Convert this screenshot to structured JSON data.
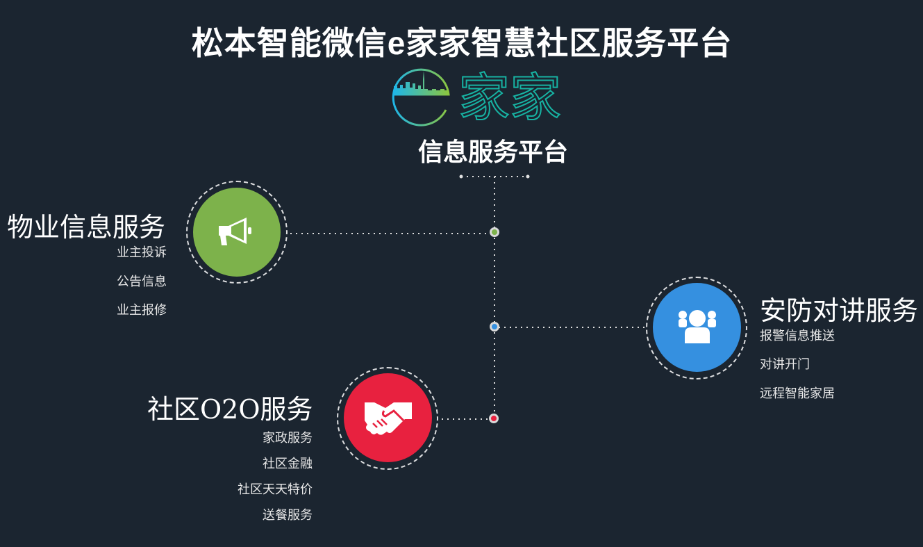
{
  "header": {
    "title": "松本智能微信e家家智慧社区服务平台",
    "logo_text": "家家",
    "subtitle": "信息服务平台"
  },
  "colors": {
    "background": "#1b2530",
    "green": "#7db24b",
    "blue": "#3590e0",
    "red": "#e8213f",
    "logo_gradient_start": "#1fb6e8",
    "logo_gradient_end": "#8cc63f"
  },
  "services": [
    {
      "title": "物业信息服务",
      "icon": "megaphone-icon",
      "color": "#7db24b",
      "items": [
        "业主投诉",
        "公告信息",
        "业主报修"
      ]
    },
    {
      "title": "安防对讲服务",
      "icon": "users-icon",
      "color": "#3590e0",
      "items": [
        "报警信息推送",
        "对讲开门",
        "远程智能家居"
      ]
    },
    {
      "title": "社区O2O服务",
      "icon": "handshake-icon",
      "color": "#e8213f",
      "items": [
        "家政服务",
        "社区金融",
        "社区天天特价",
        "送餐服务"
      ]
    }
  ]
}
